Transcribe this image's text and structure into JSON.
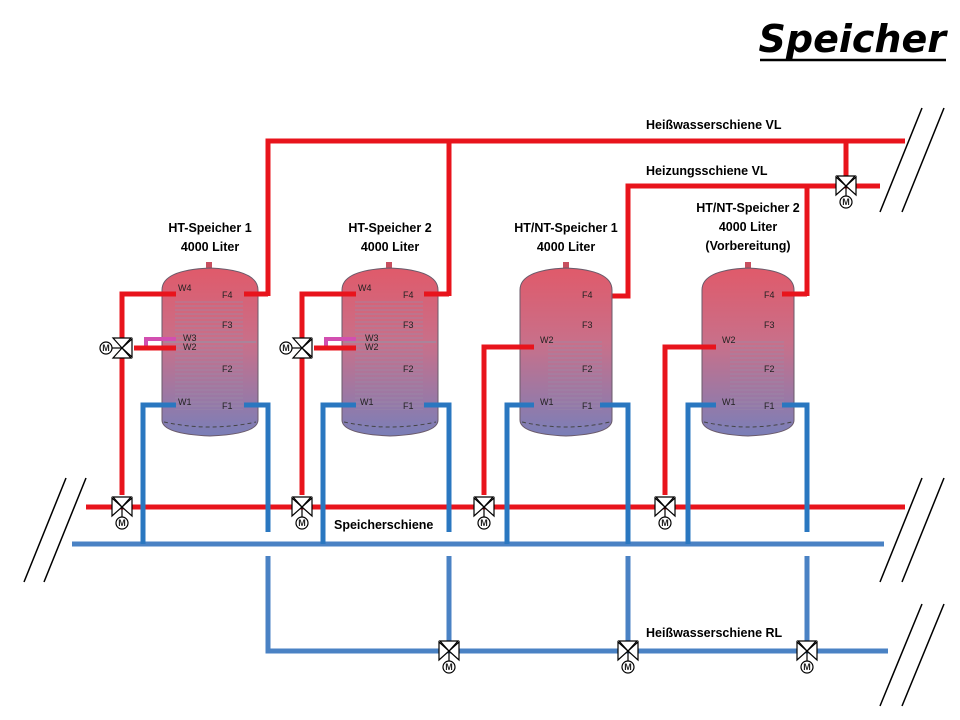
{
  "title": "Speicher",
  "rails": {
    "hot_supply": "Heißwasserschiene VL",
    "heating_supply": "Heizungsschiene VL",
    "storage": "Speicherschiene",
    "hot_return": "Heißwasserschiene RL"
  },
  "tanks": [
    {
      "name": "HT-Speicher 1",
      "capacity": "4000 Liter",
      "ports_left": [
        "W4",
        "W3",
        "W2",
        "W1"
      ],
      "ports_right": [
        "F4",
        "F3",
        "F2",
        "F1"
      ]
    },
    {
      "name": "HT-Speicher 2",
      "capacity": "4000 Liter",
      "ports_left": [
        "W4",
        "W3",
        "W2",
        "W1"
      ],
      "ports_right": [
        "F4",
        "F3",
        "F2",
        "F1"
      ]
    },
    {
      "name": "HT/NT-Speicher 1",
      "capacity": "4000 Liter",
      "ports_left": [
        "W2",
        "W1"
      ],
      "ports_right": [
        "F4",
        "F3",
        "F2",
        "F1"
      ]
    },
    {
      "name": "HT/NT-Speicher 2",
      "capacity": "4000 Liter",
      "note": "(Vorbereitung)",
      "ports_left": [
        "W2",
        "W1"
      ],
      "ports_right": [
        "F4",
        "F3",
        "F2",
        "F1"
      ]
    }
  ],
  "valve_symbol": "M",
  "colors": {
    "hot_pipe": "#e8141c",
    "cold_pipe": "#2a77c0",
    "mix_pipe": "#d24fb0",
    "tank_top": "#e05a6a",
    "tank_bottom": "#7a7fb8"
  }
}
